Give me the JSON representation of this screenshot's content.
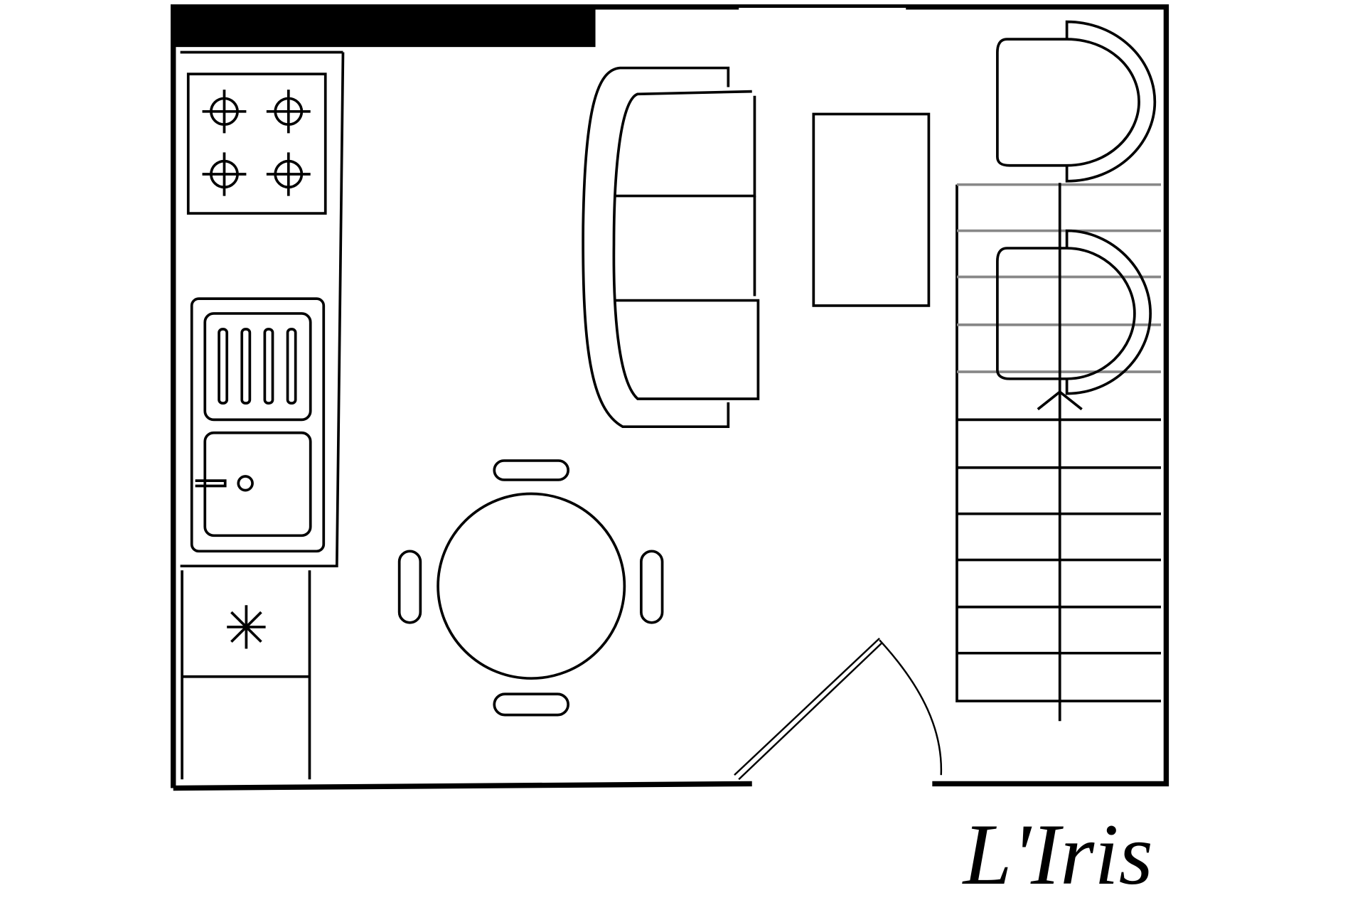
{
  "title": "L'Iris",
  "rooms": [
    "kitchen",
    "living-area",
    "dining-area",
    "staircase"
  ],
  "colors": {
    "line": "#000000",
    "background": "#ffffff"
  }
}
